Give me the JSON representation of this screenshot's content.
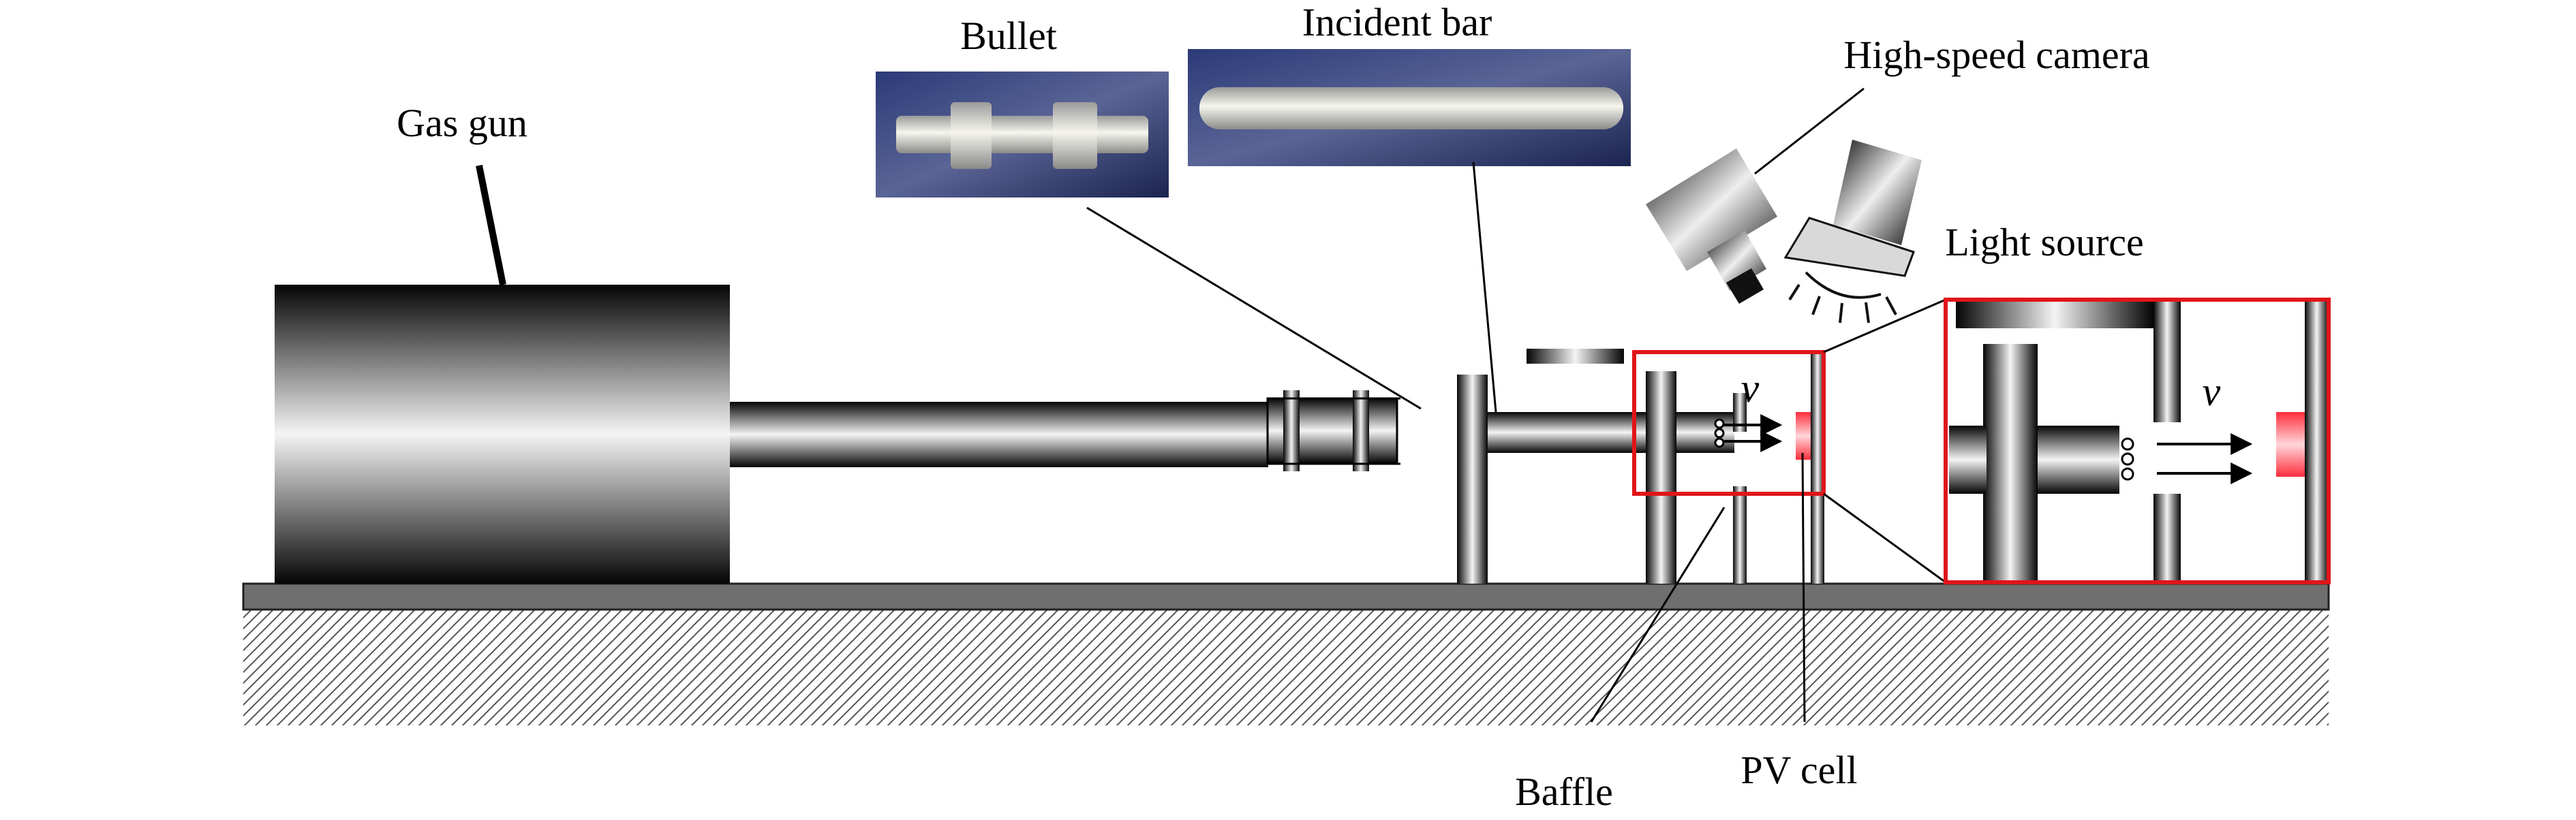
{
  "labels": {
    "gas_gun": "Gas gun",
    "bullet": "Bullet",
    "incident_bar": "Incident bar",
    "high_speed_camera": "High-speed camera",
    "light_source": "Light source",
    "baffle": "Baffle",
    "pv_cell": "PV cell",
    "velocity": "v",
    "velocity_zoom": "v"
  },
  "colors": {
    "highlight": "#e0151b",
    "pv_cell": "#ff3b4a",
    "ground": "#6f6f6f",
    "photo_bg": "#1d2a5a"
  }
}
